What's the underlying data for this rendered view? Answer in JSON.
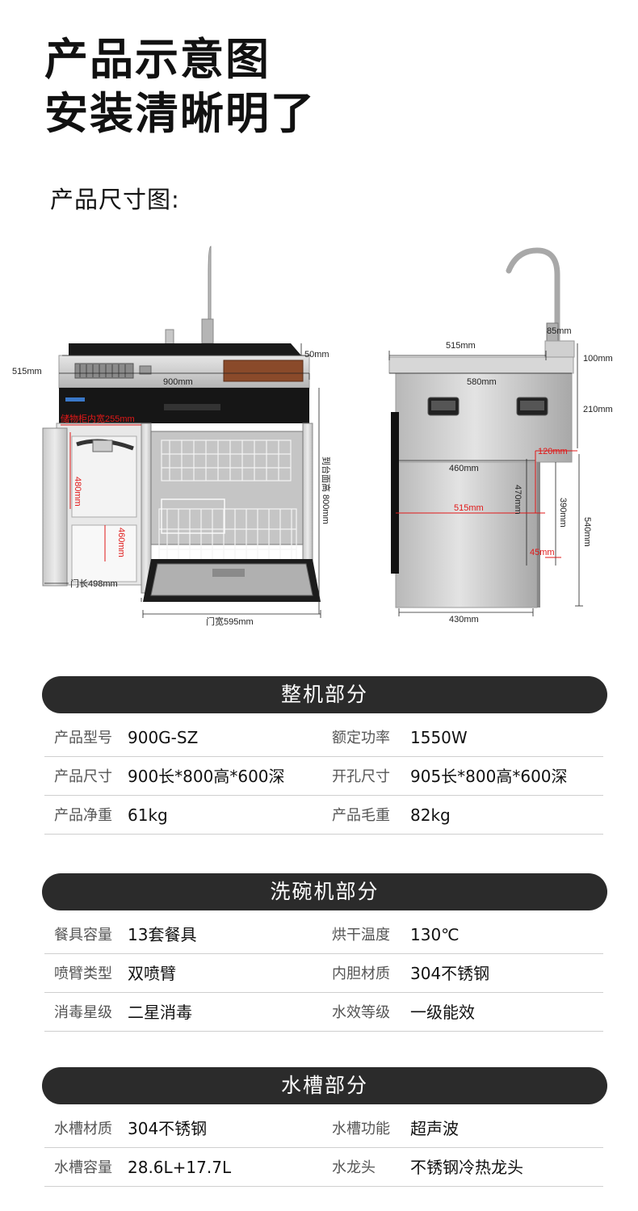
{
  "header": {
    "title_line1": "产品示意图",
    "title_line2": "安装清晰明了",
    "subtitle": "产品尺寸图:"
  },
  "front_view": {
    "width": "900mm",
    "depth": "515mm",
    "top_thickness": "50mm",
    "storage_width": "储物柜内宽255mm",
    "inner_height": "480mm",
    "shelf_height": "460mm",
    "door_length": "门长498mm",
    "height_to_counter": "到台面高 800mm",
    "door_width": "门宽595mm"
  },
  "side_view": {
    "faucet_offset": "85mm",
    "top_width": "515mm",
    "top_height": "100mm",
    "body_depth": "580mm",
    "upper_height": "210mm",
    "notch_width": "120mm",
    "lower_width": "460mm",
    "inner_depth": "515mm",
    "inner_height": "470mm",
    "side_height": "390mm",
    "total_height": "540mm",
    "bottom_gap": "45mm",
    "base_width": "430mm"
  },
  "sections": [
    {
      "title": "整机部分",
      "rows": [
        {
          "k1": "产品型号",
          "v1": "900G-SZ",
          "k2": "额定功率",
          "v2": "1550W"
        },
        {
          "k1": "产品尺寸",
          "v1": "900长*800高*600深",
          "k2": "开孔尺寸",
          "v2": "905长*800高*600深"
        },
        {
          "k1": "产品净重",
          "v1": "61kg",
          "k2": "产品毛重",
          "v2": "82kg"
        }
      ]
    },
    {
      "title": "洗碗机部分",
      "rows": [
        {
          "k1": "餐具容量",
          "v1": "13套餐具",
          "k2": "烘干温度",
          "v2": "130℃"
        },
        {
          "k1": "喷臂类型",
          "v1": "双喷臂",
          "k2": "内胆材质",
          "v2": "304不锈钢"
        },
        {
          "k1": "消毒星级",
          "v1": "二星消毒",
          "k2": "水效等级",
          "v2": "一级能效"
        }
      ]
    },
    {
      "title": "水槽部分",
      "rows": [
        {
          "k1": "水槽材质",
          "v1": "304不锈钢",
          "k2": "水槽功能",
          "v2": "超声波"
        },
        {
          "k1": "水槽容量",
          "v1": "28.6L+17.7L",
          "k2": "水龙头",
          "v2": "不锈钢冷热龙头"
        }
      ]
    }
  ]
}
